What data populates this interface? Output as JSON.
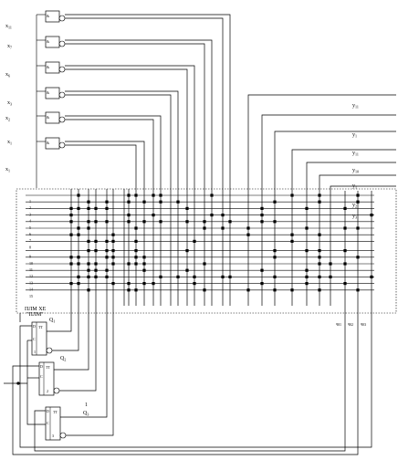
{
  "diagram": {
    "inputs": [
      {
        "main": "x",
        "sub": "11"
      },
      {
        "main": "x",
        "sub": "7"
      },
      {
        "main": "x",
        "sub": "6"
      },
      {
        "main": "x",
        "sub": "3"
      },
      {
        "main": "x",
        "sub": "2"
      },
      {
        "main": "x",
        "sub": "1"
      },
      {
        "main": "x",
        "sub": "1"
      }
    ],
    "gate_symbol": "&",
    "outputs": [
      {
        "main": "y",
        "sub": "11"
      },
      {
        "main": "y",
        "sub": "1"
      },
      {
        "main": "y",
        "sub": "11"
      },
      {
        "main": "y",
        "sub": "10"
      },
      {
        "main": "y",
        "sub": "1"
      },
      {
        "main": "y",
        "sub": "2"
      },
      {
        "main": "y",
        "sub": "3"
      }
    ],
    "row_numbers": [
      "1",
      "2",
      "3",
      "4",
      "5",
      "6",
      "7",
      "8",
      "9",
      "10",
      "11",
      "12",
      "13",
      "14",
      "15"
    ],
    "matrix_label_1": "ПЛМ ХЕ",
    "matrix_label_2": "\"ПЛМ\"",
    "q_outputs": [
      {
        "main": "q",
        "sub": "01"
      },
      {
        "main": "q",
        "sub": "02"
      },
      {
        "main": "q",
        "sub": "03"
      }
    ],
    "flipflops": [
      {
        "type": "TT",
        "d": "D",
        "c": "C",
        "num": "1",
        "q_main": "Q",
        "q_sub": "1"
      },
      {
        "type": "TT",
        "d": "D",
        "c": "C",
        "num": "2",
        "q_main": "Q",
        "q_sub": "2"
      },
      {
        "type": "TT",
        "d": "D",
        "c": "C",
        "num": "3",
        "q_main": "Q",
        "q_sub": "3"
      }
    ],
    "extra_one": "1"
  }
}
